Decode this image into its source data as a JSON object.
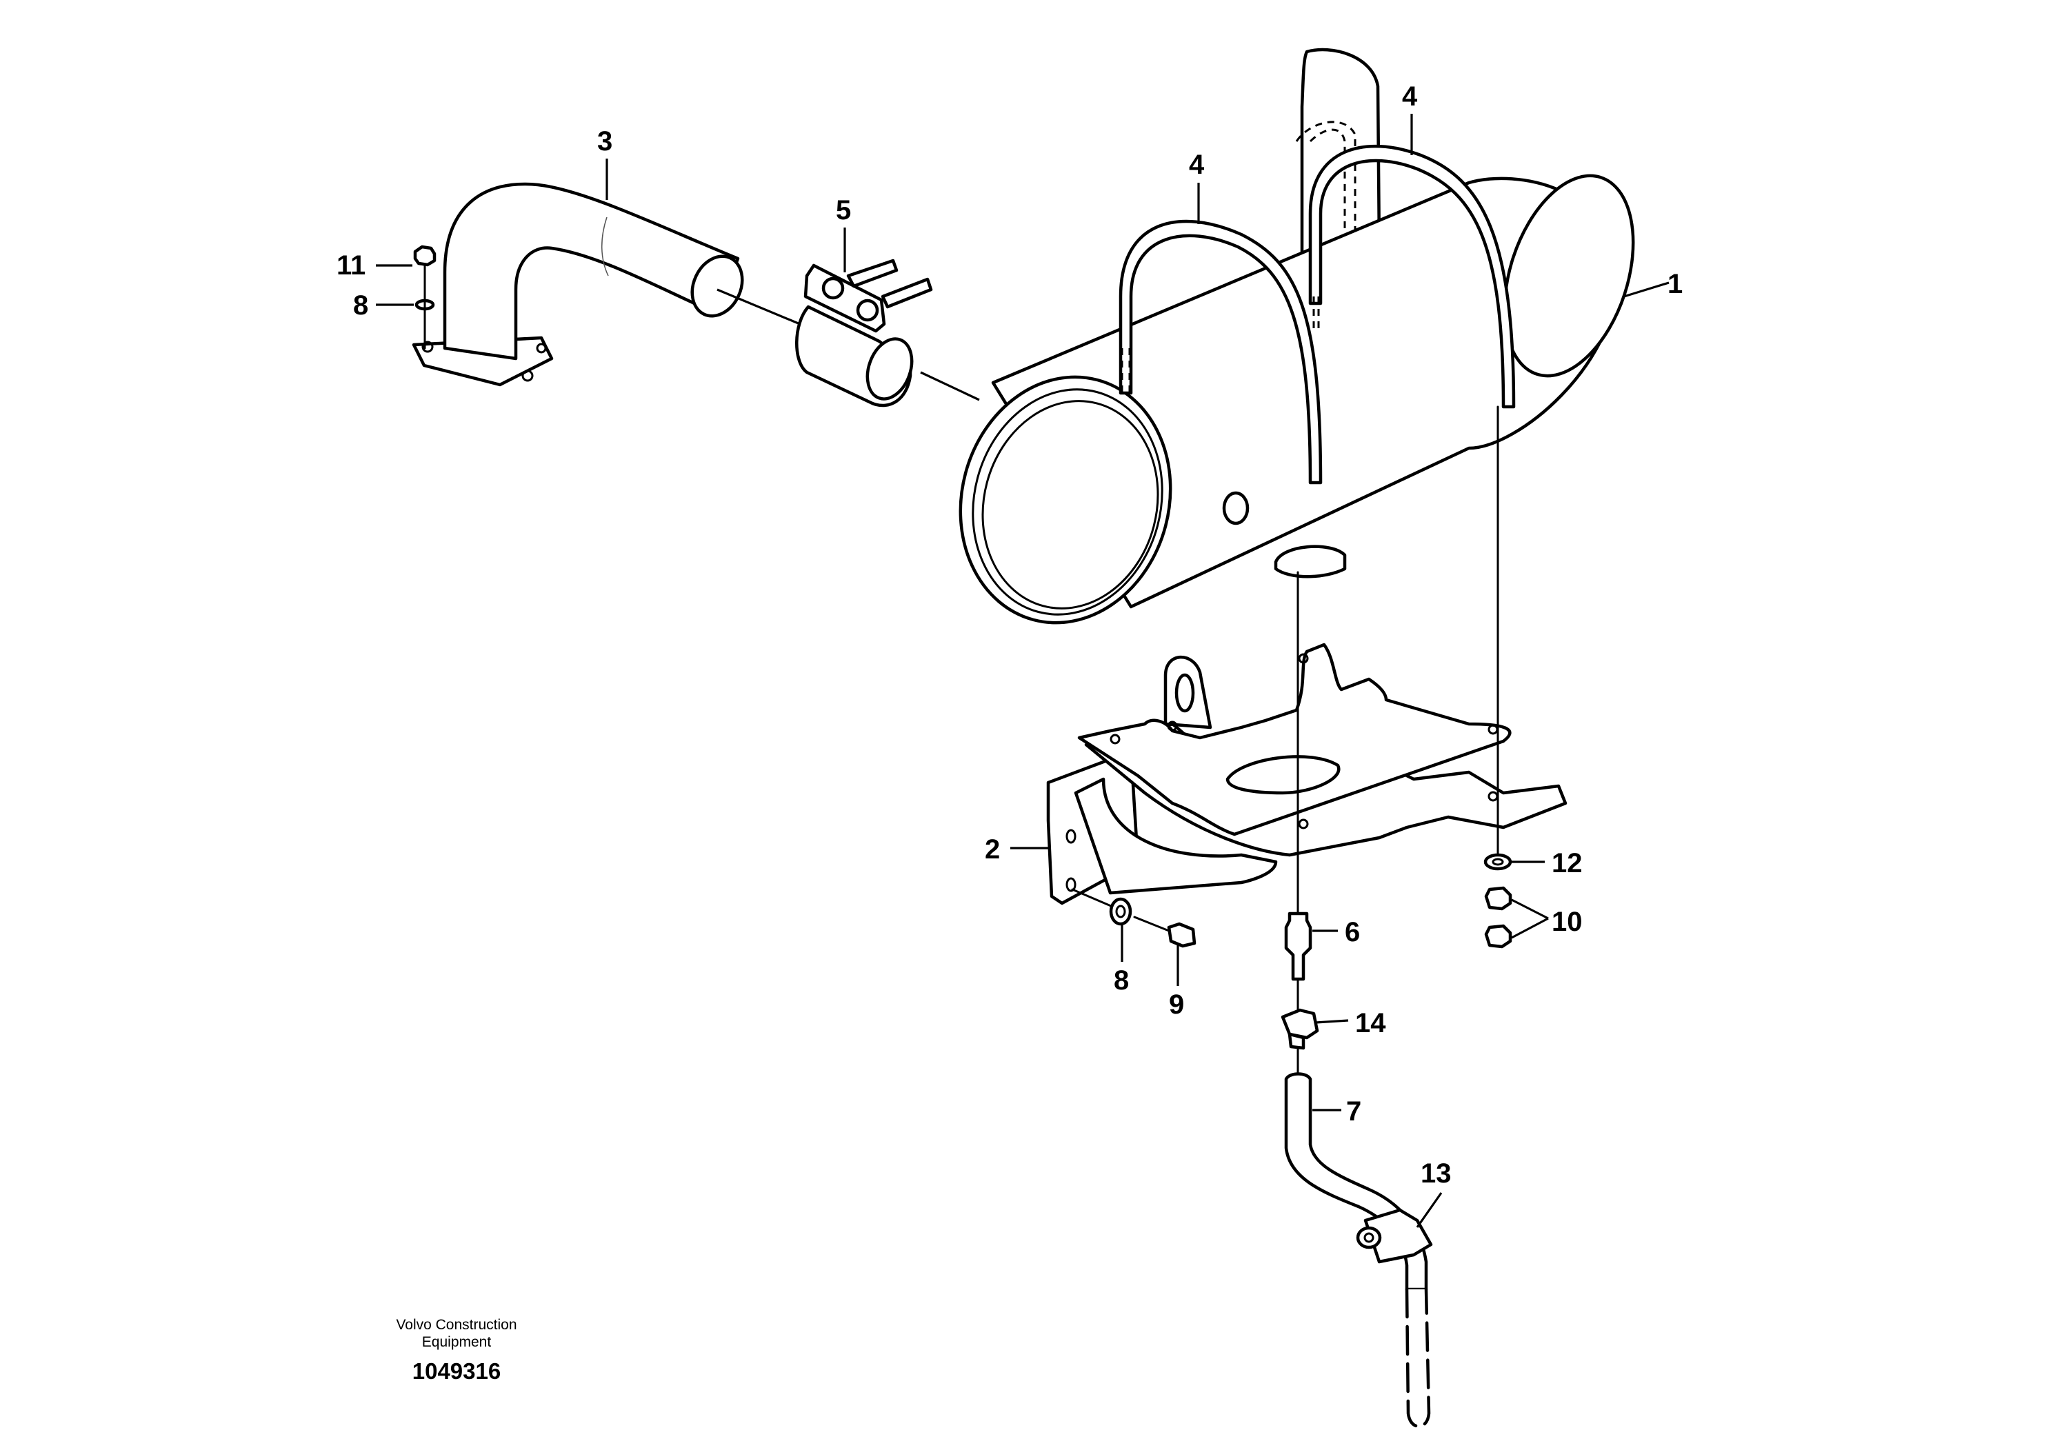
{
  "callouts": {
    "c1": "1",
    "c2": "2",
    "c3": "3",
    "c4a": "4",
    "c4b": "4",
    "c5": "5",
    "c6": "6",
    "c7": "7",
    "c8a": "8",
    "c8b": "8",
    "c9": "9",
    "c10": "10",
    "c11": "11",
    "c12": "12",
    "c13": "13",
    "c14": "14"
  },
  "footer": {
    "company_line1": "Volvo Construction",
    "company_line2": "Equipment",
    "document_number": "1049316"
  }
}
